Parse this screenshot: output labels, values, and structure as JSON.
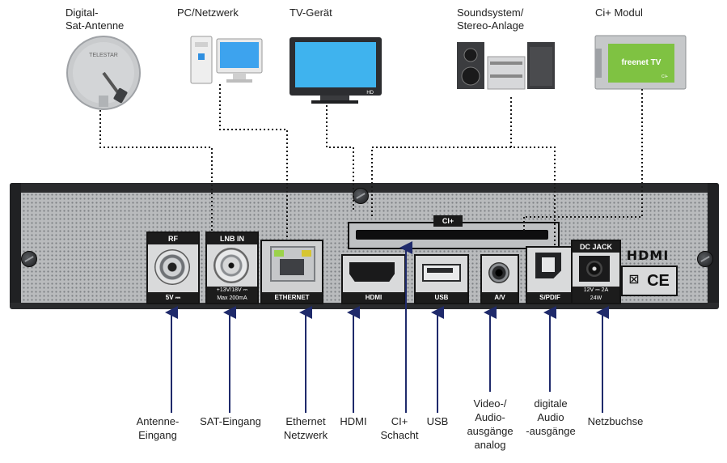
{
  "top_devices": [
    {
      "id": "antenna",
      "label_lines": [
        "Digital-",
        "Sat-Antenne"
      ],
      "brand": "TELESTAR",
      "icon": "satellite-dish-icon"
    },
    {
      "id": "pc",
      "label_lines": [
        "PC/Netzwerk"
      ],
      "icon": "desktop-computer-icon"
    },
    {
      "id": "tv",
      "label_lines": [
        "TV-Gerät"
      ],
      "badge": "HD",
      "icon": "tv-icon"
    },
    {
      "id": "sound",
      "label_lines": [
        "Soundsystem/",
        "Stereo-Anlage"
      ],
      "icon": "stereo-system-icon"
    },
    {
      "id": "ci",
      "label_lines": [
        "Ci+ Modul"
      ],
      "card_text": "freenet TV",
      "card_sub": "CI+",
      "icon": "ci-module-icon"
    }
  ],
  "panel": {
    "ports": [
      {
        "id": "rf",
        "top_label": "RF",
        "bottom_label": "5V ⎓"
      },
      {
        "id": "lnb",
        "top_label": "LNB IN",
        "bottom_label": "+13V/18V ⎓",
        "bottom_label2": "Max 200mA"
      },
      {
        "id": "ethernet",
        "bottom_label": "ETHERNET"
      },
      {
        "id": "hdmi",
        "bottom_label": "HDMI"
      },
      {
        "id": "usb",
        "bottom_label": "USB"
      },
      {
        "id": "av",
        "bottom_label": "A/V"
      },
      {
        "id": "spdif",
        "bottom_label": "S/PDIF"
      },
      {
        "id": "dc",
        "top_label": "DC JACK",
        "bottom_label": "12V ⎓ 2A",
        "bottom_label2": "24W"
      }
    ],
    "ci_slot_label": "CI+",
    "hdmi_logo": "HDMI",
    "cert_marks": "CE"
  },
  "bottom_labels": [
    {
      "id": "rf",
      "lines": [
        "Antenne-",
        "Eingang"
      ]
    },
    {
      "id": "lnb",
      "lines": [
        "SAT-Eingang"
      ]
    },
    {
      "id": "ethernet",
      "lines": [
        "Ethernet",
        "Netzwerk"
      ]
    },
    {
      "id": "hdmi",
      "lines": [
        "HDMI"
      ]
    },
    {
      "id": "ci",
      "lines": [
        "CI+",
        "Schacht"
      ]
    },
    {
      "id": "usb",
      "lines": [
        "USB"
      ]
    },
    {
      "id": "av",
      "lines": [
        "Video-/",
        "Audio-",
        "ausgänge",
        "analog"
      ]
    },
    {
      "id": "spdif",
      "lines": [
        "digitale",
        "Audio",
        "-ausgänge"
      ]
    },
    {
      "id": "dc",
      "lines": [
        "Netzbuchse"
      ]
    }
  ],
  "colors": {
    "arrow": "#1f2a6b",
    "dotted_line": "#1a1a1a",
    "panel": "#b9bbbd",
    "ci_card": "#7fc242"
  }
}
